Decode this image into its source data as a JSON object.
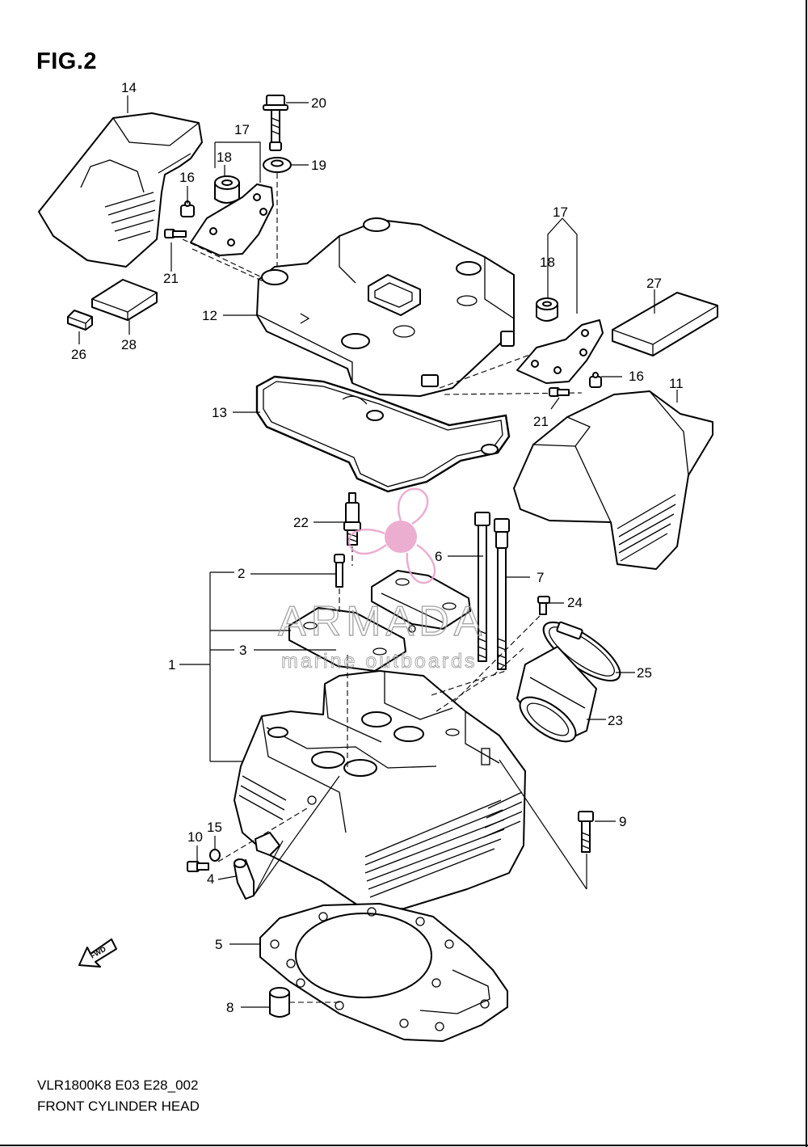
{
  "figure": {
    "title": "FIG.2",
    "model_code": "VLR1800K8 E03 E28_002",
    "name": "FRONT CYLINDER HEAD"
  },
  "callouts": [
    "1",
    "2",
    "3",
    "4",
    "5",
    "6",
    "7",
    "8",
    "9",
    "10",
    "11",
    "12",
    "13",
    "14",
    "15",
    "16",
    "16",
    "17",
    "17",
    "18",
    "18",
    "19",
    "20",
    "21",
    "21",
    "22",
    "23",
    "24",
    "25",
    "26",
    "27",
    "28"
  ],
  "fwd_arrow": "FWD",
  "watermark": {
    "brand": "ARMADA",
    "tagline": "marine outboards",
    "logo_color": "#e8a0c8"
  }
}
